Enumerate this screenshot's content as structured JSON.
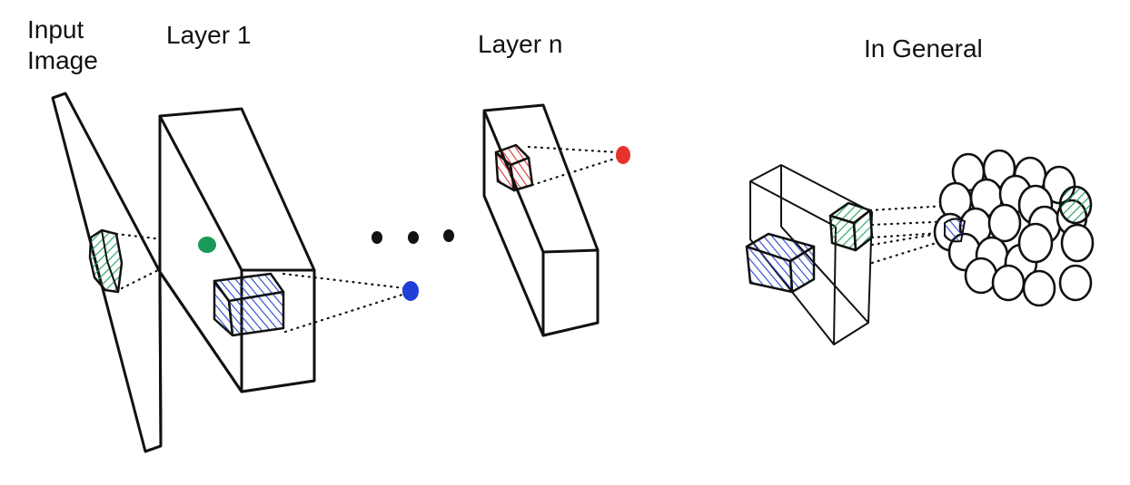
{
  "labels": {
    "input_line1": "Input",
    "input_line2": "Image",
    "layer1": "Layer 1",
    "layern": "Layer n",
    "general": "In General"
  },
  "colors": {
    "ink": "#111111",
    "green": "#1a9a5a",
    "blue": "#1f3fd8",
    "red": "#e8332a",
    "hatch_green": "#23a05a",
    "hatch_blue": "#2646c9",
    "hatch_red": "#e03030"
  }
}
